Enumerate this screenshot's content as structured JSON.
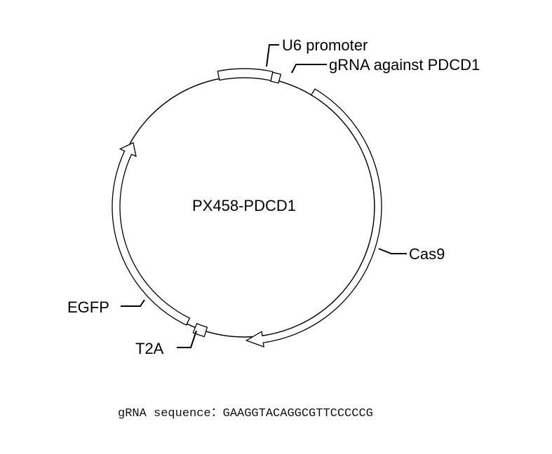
{
  "plasmid": {
    "name": "PX458-PDCD1"
  },
  "features": {
    "u6": "U6 promoter",
    "grna": "gRNA against PDCD1",
    "cas9": "Cas9",
    "egfp": "EGFP",
    "t2a": "T2A"
  },
  "sequence": {
    "label": "gRNA sequence：",
    "value": "GAAGGTACAGGCGTTCCCCCG"
  }
}
